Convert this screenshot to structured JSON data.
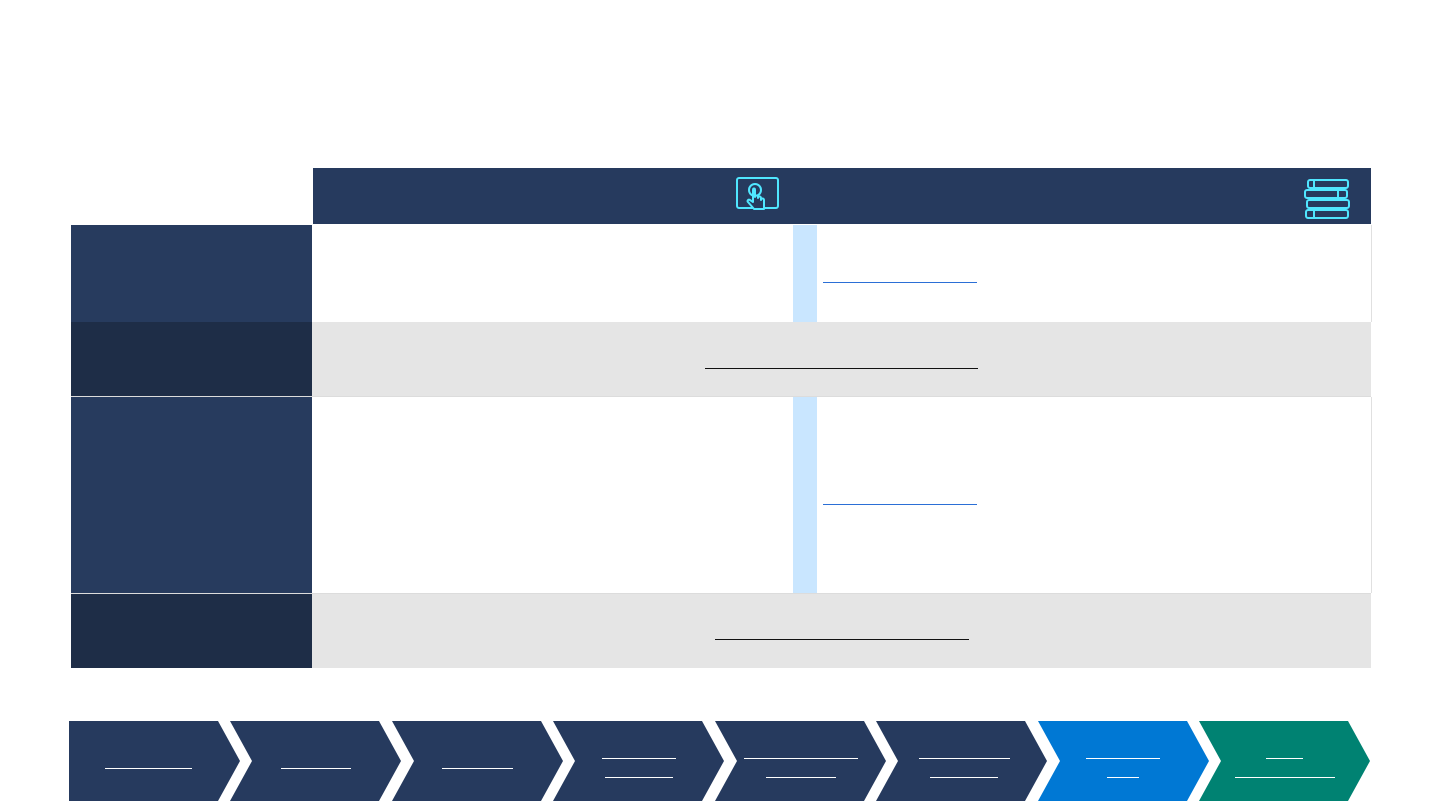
{
  "colors": {
    "navy": "#263a5e",
    "navy_dark": "#1e2d47",
    "divider_light_blue": "#c9e6ff",
    "grey_row": "#e5e5e5",
    "accent_blue": "#0078d4",
    "accent_teal": "#008272",
    "icon_cyan": "#50e6ff",
    "link_blue": "#2b6fd6"
  },
  "icons": {
    "column1": "touch-screen-icon",
    "column2": "books-stack-icon"
  },
  "process": {
    "steps": [
      {
        "name": "step-1",
        "color": "navy"
      },
      {
        "name": "step-2",
        "color": "navy"
      },
      {
        "name": "step-3",
        "color": "navy"
      },
      {
        "name": "step-4",
        "color": "navy"
      },
      {
        "name": "step-5",
        "color": "navy"
      },
      {
        "name": "step-6",
        "color": "navy"
      },
      {
        "name": "step-7",
        "color": "accent_blue"
      },
      {
        "name": "step-8",
        "color": "accent_teal"
      }
    ]
  }
}
